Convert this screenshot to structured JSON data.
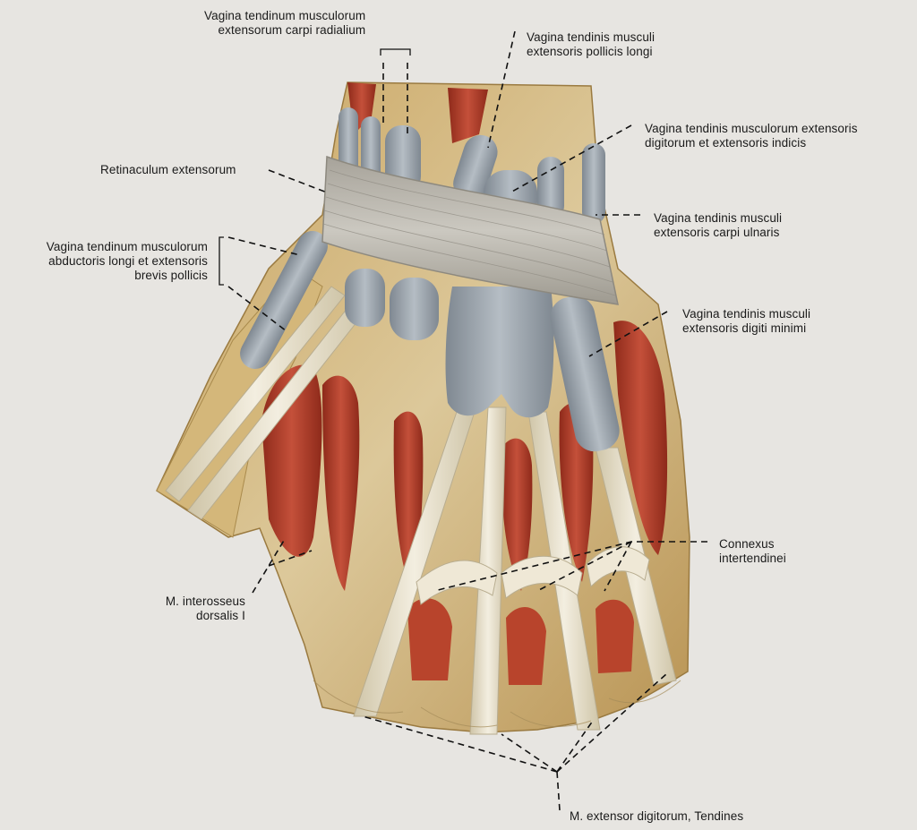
{
  "figure": {
    "labels": {
      "ecr": {
        "line1": "Vagina tendinum musculorum",
        "line2": "extensorum carpi radialium"
      },
      "epl": {
        "line1": "Vagina tendinis musculi",
        "line2": "extensoris pollicis longi"
      },
      "edi": {
        "line1": "Vagina tendinis musculorum extensoris",
        "line2": "digitorum et extensoris indicis"
      },
      "retinaculum": {
        "line1": "Retinaculum extensorum"
      },
      "ecu": {
        "line1": "Vagina tendinis musculi",
        "line2": "extensoris carpi ulnaris"
      },
      "apl": {
        "line1": "Vagina tendinum musculorum",
        "line2": "abductoris longi et extensoris",
        "line3": "brevis pollicis"
      },
      "edm": {
        "line1": "Vagina tendinis musculi",
        "line2": "extensoris digiti minimi"
      },
      "connexus": {
        "line1": "Connexus",
        "line2": "intertendinei"
      },
      "interosseus": {
        "line1": "M. interosseus",
        "line2": "dorsalis I"
      },
      "extensor_digitorum": {
        "line1": "M. extensor digitorum, Tendines"
      }
    },
    "colors": {
      "background": "#e7e5e1",
      "skin_fascia": "#d8c79a",
      "muscle": "#b8402a",
      "tendon": "#e9e2cf",
      "sheath": "#9aa3ab",
      "retinaculum": "#b7b4ac"
    }
  }
}
